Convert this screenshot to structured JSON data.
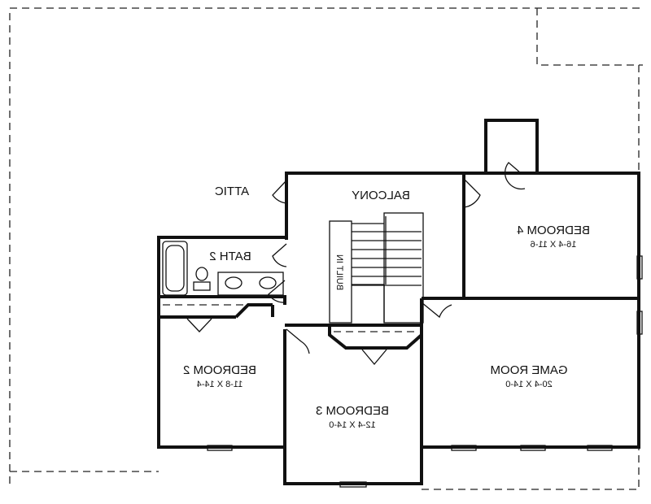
{
  "plan": {
    "attic": "ATTIC",
    "balcony": "BALCONY",
    "bath2": "BATH 2",
    "built_in": "BUILT IN",
    "bedroom4": {
      "name": "BEDROOM 4",
      "size": "16-4 X 11-6"
    },
    "bedroom2": {
      "name": "BEDROOM 2",
      "size": "11-8 X 14-4"
    },
    "bedroom3": {
      "name": "BEDROOM 3",
      "size": "12-4 X 14-0"
    },
    "game_room": {
      "name": "GAME ROOM",
      "size": "20-4 X 14-0"
    }
  }
}
